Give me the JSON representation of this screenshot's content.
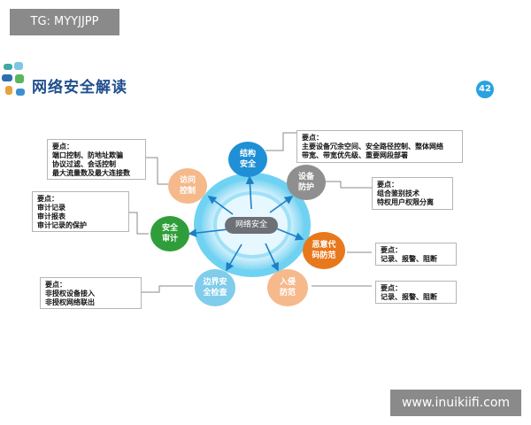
{
  "overlay": {
    "tg_label": "TG: MYYJJPP",
    "watermark": "www.inuikiifi.com"
  },
  "slide": {
    "title": "网络安全解读",
    "page_number": "42"
  },
  "center": {
    "label": "网络安全"
  },
  "colors": {
    "blue": "#1f8fd6",
    "gray": "#8f8f8f",
    "orange": "#e8781c",
    "peach": "#f5b98c",
    "light_blue": "#7fcdea",
    "green": "#2f9e3a",
    "ring": "#6fd2f2",
    "title": "#1f4e8c"
  },
  "nodes": [
    {
      "id": "structure",
      "label": "结构\n安全"
    },
    {
      "id": "device",
      "label": "设备\n防护"
    },
    {
      "id": "malware",
      "label": "恶意代\n码防范"
    },
    {
      "id": "intrusion",
      "label": "入侵\n防范"
    },
    {
      "id": "boundary",
      "label": "边界安\n全检查"
    },
    {
      "id": "audit",
      "label": "安全\n审计"
    },
    {
      "id": "access",
      "label": "访问\n控制"
    }
  ],
  "notes": {
    "structure": [
      "要点：",
      "主要设备冗余空间、安全路径控制、整体网络",
      "带宽、带宽优先级、重要网段部署"
    ],
    "device": [
      "要点：",
      "组合鉴别技术",
      "特权用户权限分离"
    ],
    "malware": [
      "要点：",
      "记录、报警、阻断"
    ],
    "intrusion": [
      "要点：",
      "记录、报警、阻断"
    ],
    "boundary": [
      "要点：",
      "非授权设备接入",
      "非授权网络联出"
    ],
    "audit": [
      "要点：",
      "审计记录",
      "审计报表",
      "审计记录的保护"
    ],
    "access": [
      "要点：",
      "端口控制、防地址欺骗",
      "协议过滤、会话控制",
      "最大流量数及最大连接数"
    ]
  }
}
